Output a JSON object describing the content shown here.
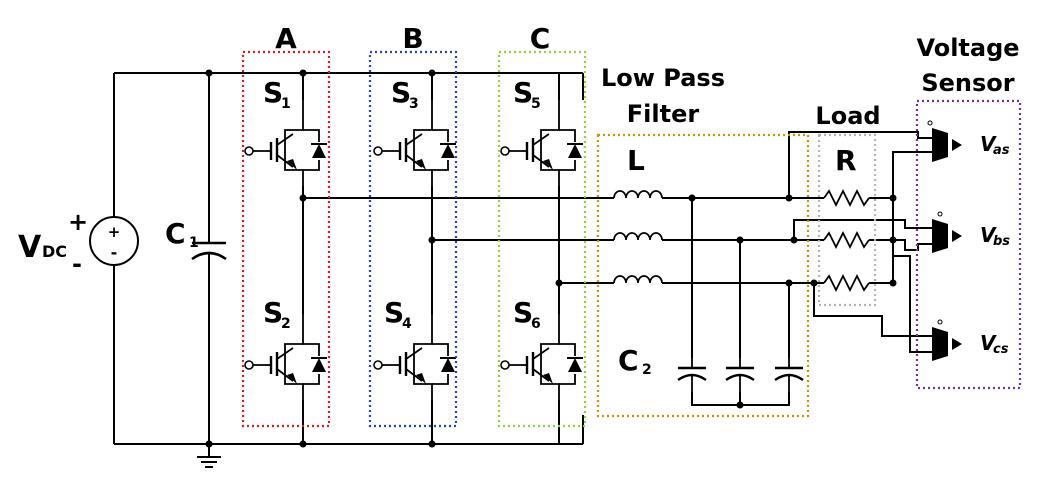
{
  "colors": {
    "phase_a": "#e8141c",
    "phase_b": "#1f3fd6",
    "phase_c": "#8cd43a",
    "filter": "#c99400",
    "load": "#b3b3b3",
    "sensor": "#7030a0"
  },
  "labels": {
    "phase_a": "A",
    "phase_b": "B",
    "phase_c": "C",
    "filter_line1": "Low Pass",
    "filter_line2": "Filter",
    "load": "Load",
    "sensor_line1": "Voltage",
    "sensor_line2": "Sensor",
    "inductor": "L",
    "resistor": "R",
    "source_main": "V",
    "source_sub": "DC",
    "source_plus": "+",
    "source_minus": "-",
    "c1_main": "C",
    "c1_sub": "1",
    "c2_main": "C",
    "c2_sub": "2",
    "s1_main": "S",
    "s1_sub": "1",
    "s2_main": "S",
    "s2_sub": "2",
    "s3_main": "S",
    "s3_sub": "3",
    "s4_main": "S",
    "s4_sub": "4",
    "s5_main": "S",
    "s5_sub": "5",
    "s6_main": "S",
    "s6_sub": "6",
    "vas_main": "V",
    "vas_sub": "as",
    "vbs_main": "V",
    "vbs_sub": "bs",
    "vcs_main": "V",
    "vcs_sub": "cs"
  }
}
